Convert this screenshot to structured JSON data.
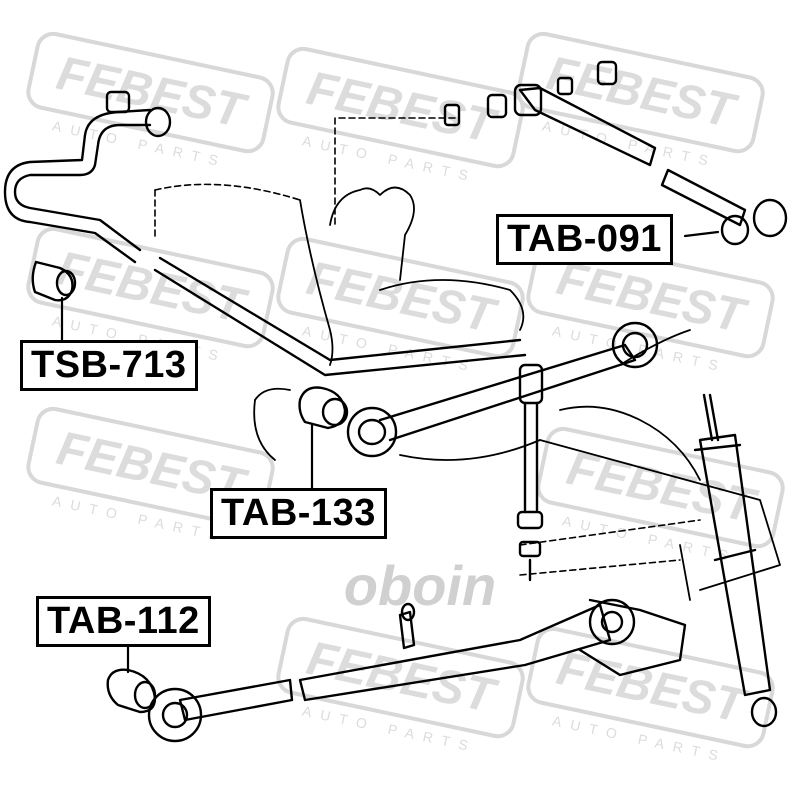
{
  "watermark": {
    "brand": "FEBEST",
    "tagline": "AUTO PARTS",
    "center_brand": "oboin",
    "color": "#d8d8d8"
  },
  "parts": [
    {
      "label": "TAB-091"
    },
    {
      "label": "TSB-713"
    },
    {
      "label": "TAB-133"
    },
    {
      "label": "TAB-112"
    }
  ],
  "colors": {
    "line": "#000000",
    "background": "#ffffff"
  }
}
